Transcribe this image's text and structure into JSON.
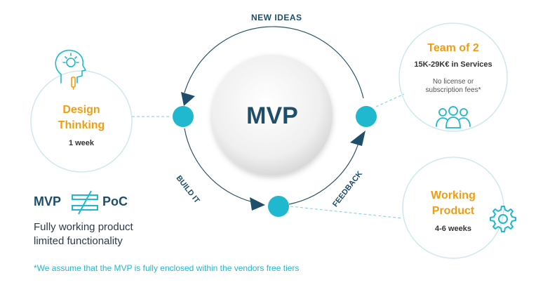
{
  "center": {
    "label": "MVP"
  },
  "cycle": {
    "top_label": "NEW IDEAS",
    "left_label": "BUILD IT",
    "right_label": "FEEDBACK"
  },
  "design_thinking": {
    "title_line1": "Design",
    "title_line2": "Thinking",
    "duration": "1 week"
  },
  "team": {
    "title": "Team of 2",
    "cost": "15K-29K€ in Services",
    "note_line1": "No license or",
    "note_line2": "subscription fees*"
  },
  "working_product": {
    "title_line1": "Working",
    "title_line2": "Product",
    "duration": "4-6 weeks"
  },
  "comparison": {
    "left": "MVP",
    "right": "PoC"
  },
  "description": {
    "line1": "Fully working product",
    "line2": "limited functionality"
  },
  "footnote": "*We assume that the MVP is fully enclosed within the vendors free tiers",
  "colors": {
    "accent": "#1fb8cf",
    "orange": "#f39c12",
    "navy": "#1f4e6b",
    "ring": "#2e5468",
    "thin": "#cfe8ee"
  }
}
